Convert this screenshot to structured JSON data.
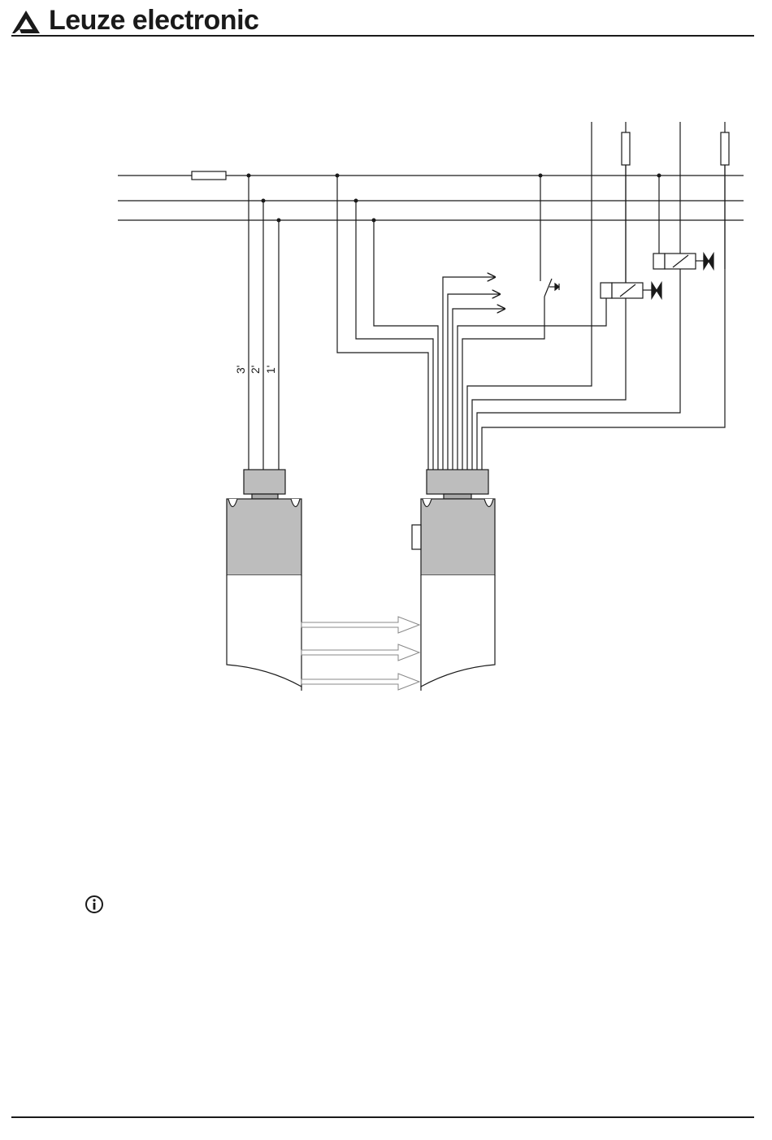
{
  "header": {
    "brand": "Leuze electronic",
    "logo_icon": "leuze-triangle-logo-icon"
  },
  "diagram": {
    "wire_labels": [
      "3'",
      "2'",
      "1'"
    ]
  },
  "note": {
    "icon": "info-icon"
  }
}
